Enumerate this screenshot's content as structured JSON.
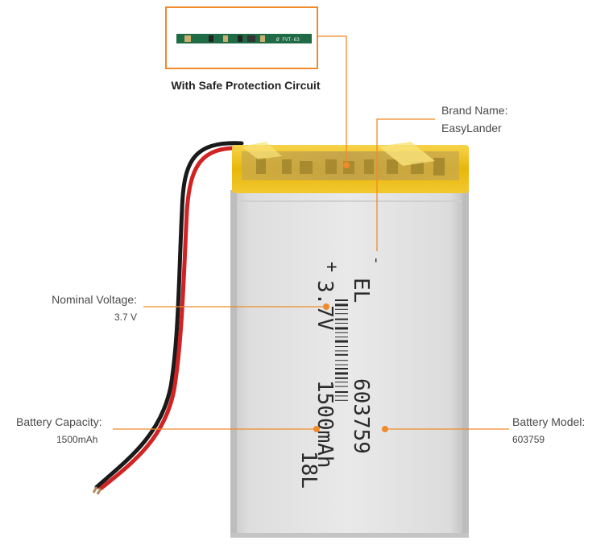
{
  "pcb": {
    "caption": "With Safe Protection Circuit",
    "board_marking": "Ø FVT-63"
  },
  "battery": {
    "plus_sign": "+",
    "minus_sign": "-",
    "print_line_1": "EL",
    "print_line_2": "603759",
    "print_line_3": "3.7V",
    "print_line_4": "1500mAh",
    "print_line_5": "18L"
  },
  "labels": {
    "brand": {
      "title": "Brand Name:",
      "value": "EasyLander"
    },
    "voltage": {
      "title": "Nominal Voltage:",
      "value": "3.7 V"
    },
    "capacity": {
      "title": "Battery  Capacity:",
      "value": "1500mAh"
    },
    "model": {
      "title": "Battery Model:",
      "value": "603759"
    }
  },
  "colors": {
    "callout_orange": "#f08a2a",
    "tape_yellow": "#f2c20e",
    "cell_silver": "#d9d9d9",
    "pcb_green": "#1f6b45",
    "wire_red": "#d12323",
    "wire_black": "#1a1a1a"
  }
}
